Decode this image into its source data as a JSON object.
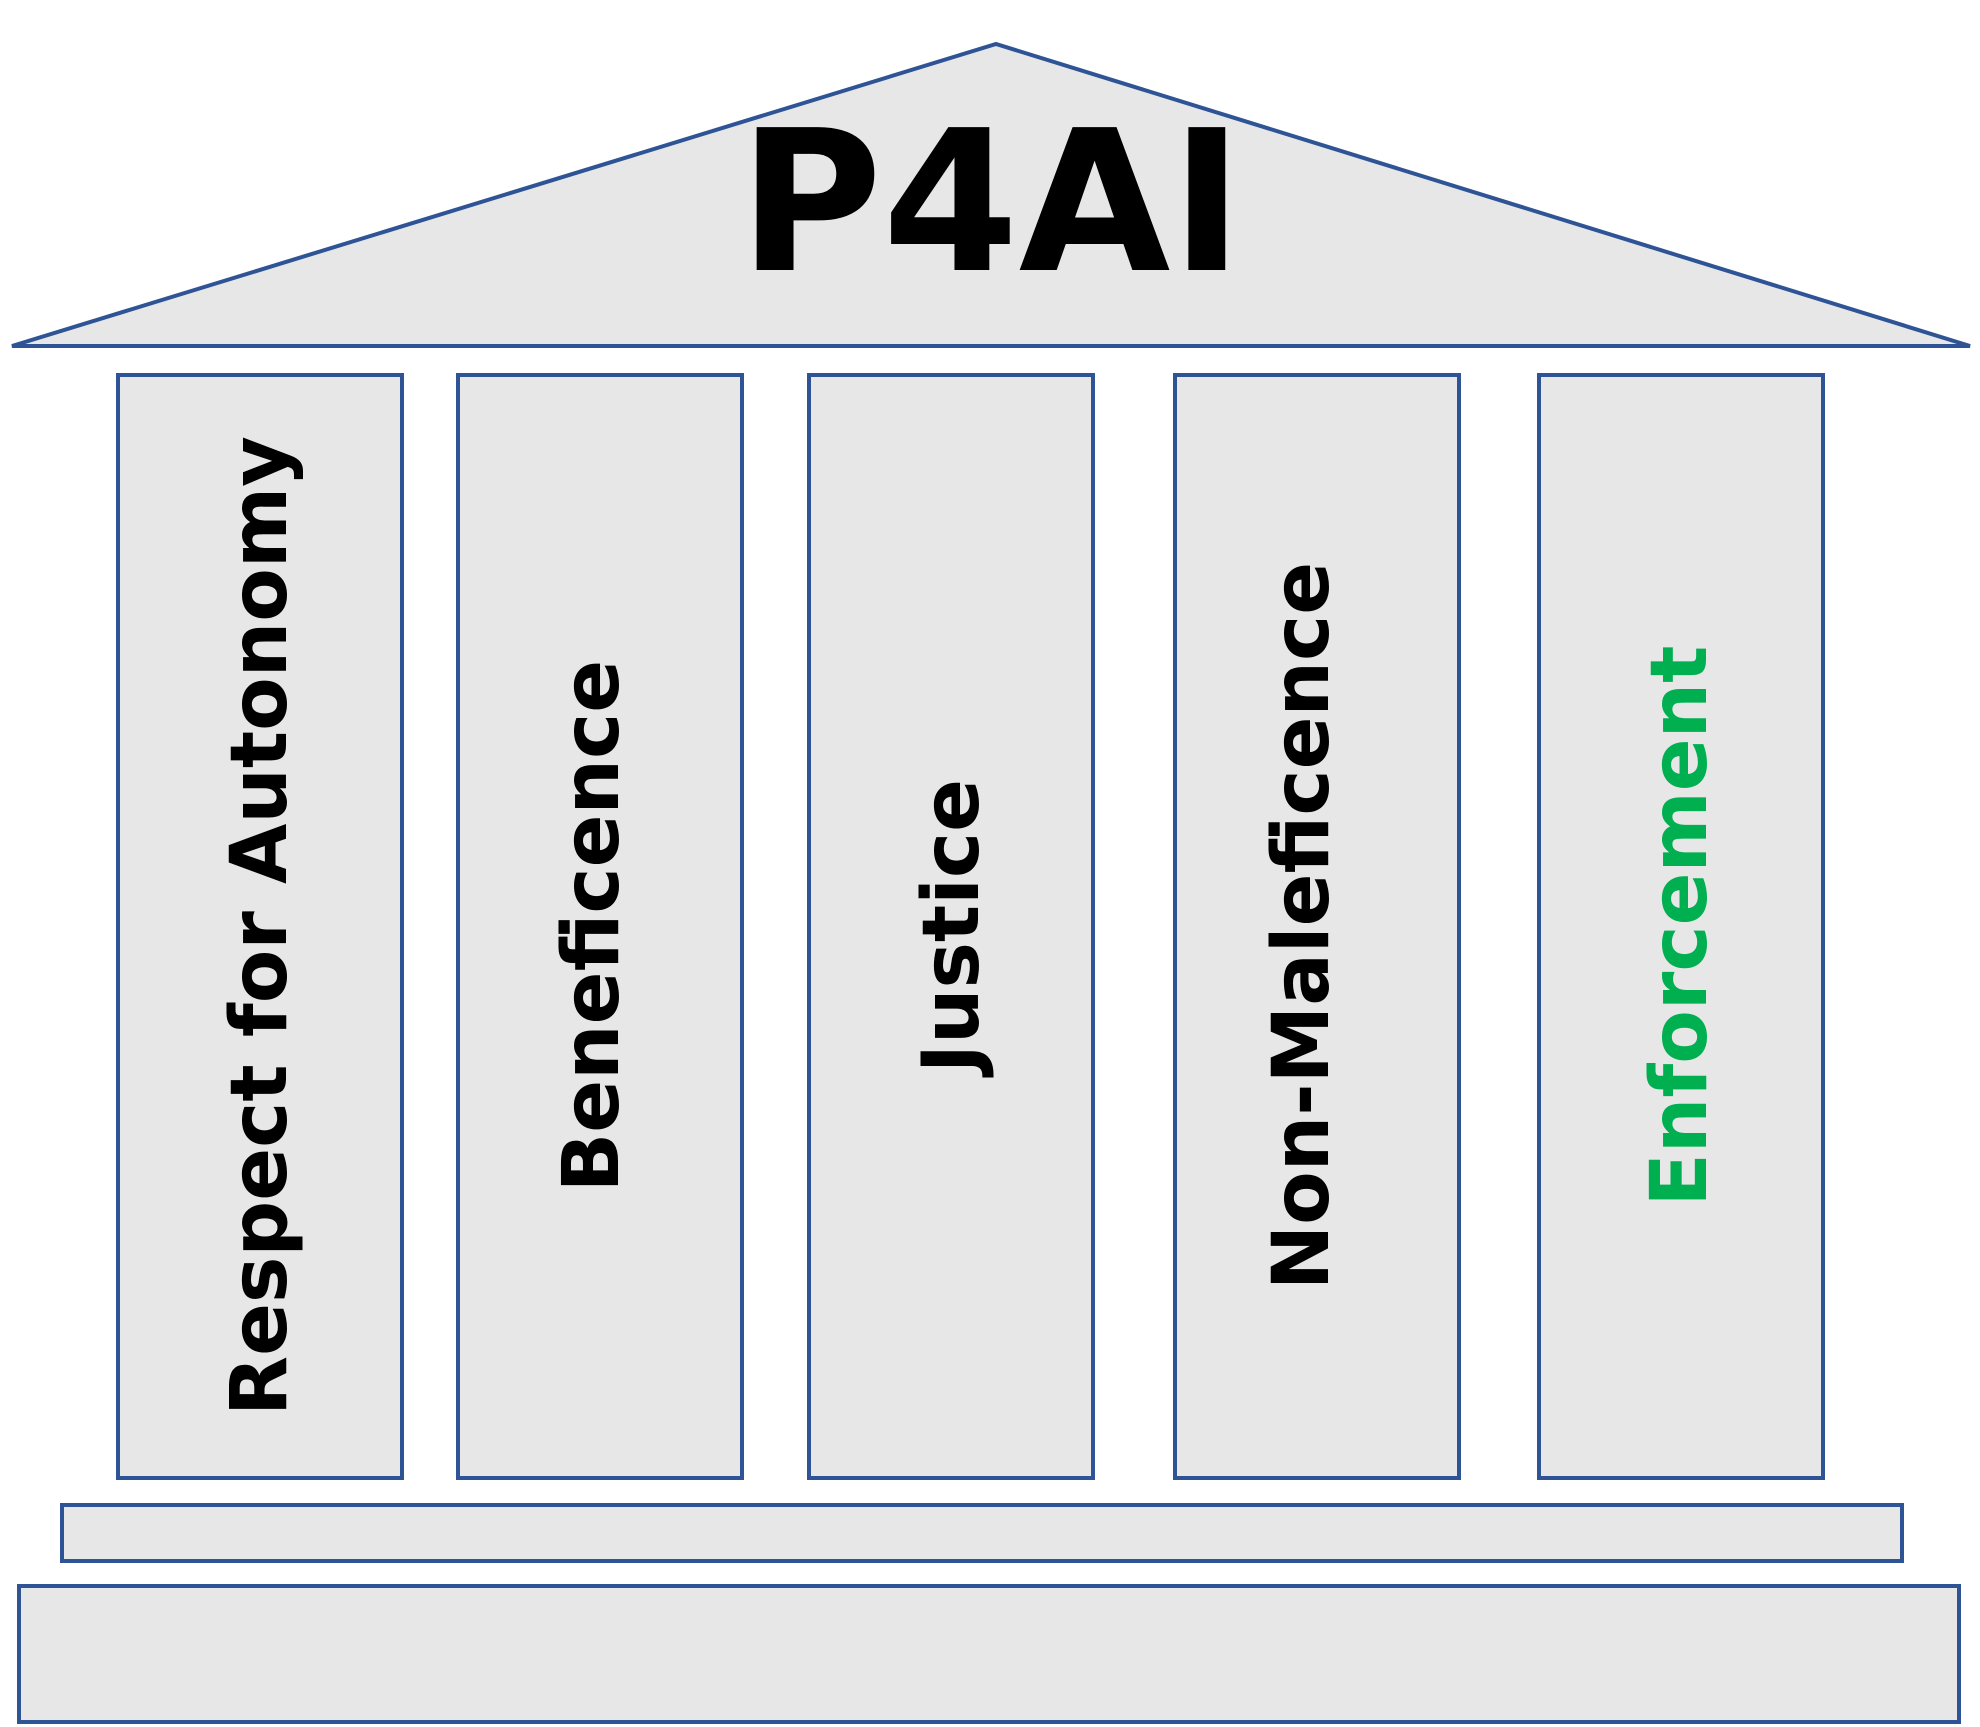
{
  "diagram": {
    "title": "P4AI",
    "colors": {
      "fill": "#e7e7e7",
      "stroke": "#2f5496",
      "text": "#000000",
      "highlight": "#00b050"
    },
    "pillars": [
      {
        "label": "Respect for Autonomy",
        "color": "#000000"
      },
      {
        "label": "Beneficence",
        "color": "#000000"
      },
      {
        "label": "Justice",
        "color": "#000000"
      },
      {
        "label": "Non-Maleficence",
        "color": "#000000"
      },
      {
        "label": "Enforcement",
        "color": "#00b050"
      }
    ]
  }
}
